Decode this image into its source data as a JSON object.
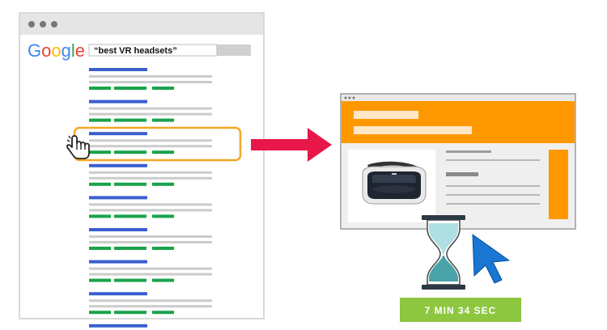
{
  "search_page": {
    "logo": "Google",
    "query": "“best VR headsets”",
    "result_count": 9,
    "highlighted_result": 3
  },
  "timer": {
    "label": "7 MIN 34 SEC"
  },
  "colors": {
    "logo_blue": "#4285f4",
    "logo_red": "#ea4335",
    "logo_yellow": "#fbbc05",
    "logo_green": "#34a853",
    "result_title_blue": "#3a5fcd",
    "result_url_green": "#1aa34a",
    "result_snippet_gray": "#cccccc",
    "highlight_orange": "#f5a623",
    "arrow_red": "#e8174a",
    "landing_orange": "#ff9800",
    "timer_green": "#8dc63f",
    "hourglass_teal": "#4aa3a9",
    "hourglass_light": "#aee0e3",
    "cursor_blue": "#1976d2"
  },
  "icons": {
    "pointer": "hand-pointer-icon",
    "cursor": "mouse-cursor-icon",
    "hourglass": "hourglass-icon",
    "headset": "vr-headset-icon",
    "arrow": "right-arrow-icon"
  }
}
